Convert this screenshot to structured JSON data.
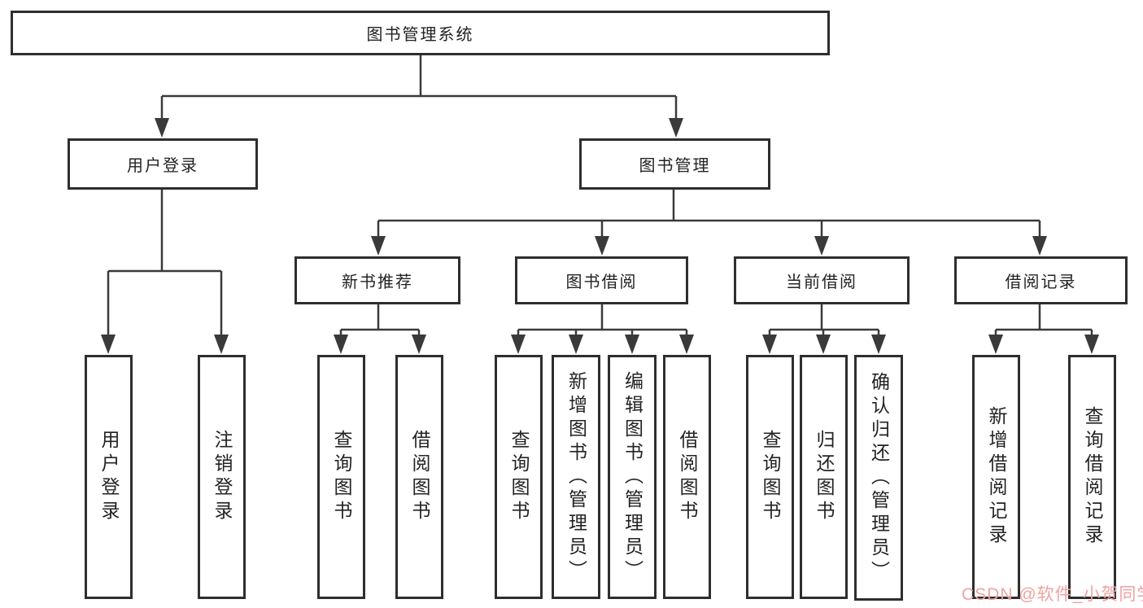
{
  "diagram": {
    "root": {
      "label": "图书管理系统"
    },
    "level2": [
      {
        "id": "user-login",
        "label": "用户登录"
      },
      {
        "id": "book-management",
        "label": "图书管理"
      }
    ],
    "level3": [
      {
        "id": "new-book-recommend",
        "label": "新书推荐"
      },
      {
        "id": "book-borrow",
        "label": "图书借阅"
      },
      {
        "id": "current-borrow",
        "label": "当前借阅"
      },
      {
        "id": "borrow-records",
        "label": "借阅记录"
      }
    ],
    "leaves": [
      {
        "parent": "user-login",
        "label": "用户登录"
      },
      {
        "parent": "user-login",
        "label": "注销登录"
      },
      {
        "parent": "new-book-recommend",
        "label": "查询图书"
      },
      {
        "parent": "new-book-recommend",
        "label": "借阅图书"
      },
      {
        "parent": "book-borrow",
        "label": "查询图书"
      },
      {
        "parent": "book-borrow",
        "label": "新增图书（管理员）"
      },
      {
        "parent": "book-borrow",
        "label": "编辑图书（管理员）"
      },
      {
        "parent": "book-borrow",
        "label": "借阅图书"
      },
      {
        "parent": "current-borrow",
        "label": "查询图书"
      },
      {
        "parent": "current-borrow",
        "label": "归还图书"
      },
      {
        "parent": "current-borrow",
        "label": "确认归还（管理员）"
      },
      {
        "parent": "borrow-records",
        "label": "新增借阅记录"
      },
      {
        "parent": "borrow-records",
        "label": "查询借阅记录"
      }
    ],
    "watermark": "CSDN @软件_小贺同学",
    "colors": {
      "line": "#3a3a3a",
      "box_border": "#2e2e2e",
      "box_fill": "#ffffff",
      "text": "#232323",
      "watermark": "#f0a2a2",
      "background": "#ffffff"
    }
  }
}
